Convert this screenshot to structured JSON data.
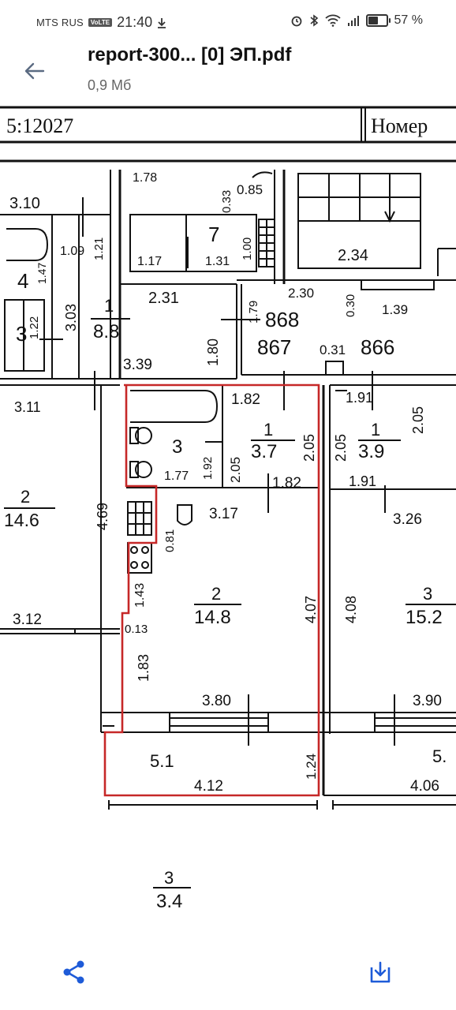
{
  "status_bar": {
    "carrier": "MTS RUS",
    "volte": "VoLTE",
    "time": "21:40",
    "battery": "57 %"
  },
  "header": {
    "title": "report-300... [0] ЭП.pdf",
    "file_size": "0,9 Мб"
  },
  "document": {
    "header_left": "5:12027",
    "header_right": "Номер",
    "rooms": [
      {
        "num": "1",
        "area": "8.8"
      },
      {
        "num": "1",
        "area": "3.7"
      },
      {
        "num": "1",
        "area": "3.9"
      },
      {
        "num": "2",
        "area": "14.8"
      },
      {
        "num": "2",
        "area": "14.6"
      },
      {
        "num": "3",
        "area": "15.2"
      },
      {
        "num": "3",
        "area": "3.4"
      },
      {
        "num": "5.1",
        "area": ""
      }
    ],
    "room3_label": "3",
    "room7_label": "7",
    "room4_label": "4",
    "unit_numbers": [
      "868",
      "867",
      "866"
    ],
    "dims": {
      "d310": "3.10",
      "d109": "1.09",
      "d121": "1.21",
      "d147": "1.47",
      "d122": "1.22",
      "d303": "3.03",
      "d231": "2.31",
      "d339": "3.39",
      "d180": "1.80",
      "d179": "1.79",
      "d230": "2.30",
      "d030": "0.30",
      "d139": "1.39",
      "d031": "0.31",
      "d117": "1.17",
      "d131": "1.31",
      "d100": "1.00",
      "d033": "0.33",
      "d085": "0.85",
      "d234": "2.34",
      "d311": "3.11",
      "d182a": "1.82",
      "d205a": "2.05",
      "d192": "1.92",
      "d177": "1.77",
      "d205b": "2.05",
      "d182b": "1.82",
      "d191a": "1.91",
      "d205c": "2.05",
      "d205d": "2.05",
      "d191b": "1.91",
      "d469": "4.69",
      "d317": "3.17",
      "d326": "3.26",
      "d081": "0.81",
      "d143": "1.43",
      "d013": "0.13",
      "d407": "4.07",
      "d408": "4.08",
      "d312": "3.12",
      "d183": "1.83",
      "d380": "3.80",
      "d390": "3.90",
      "d124": "1.24",
      "d412": "4.12",
      "d406": "4.06",
      "d5x": "5.",
      "d178": "1.78"
    }
  },
  "colors": {
    "highlight": "#c62828",
    "accent": "#1e5bd8",
    "plan_line": "#111111"
  },
  "icons": {
    "back": "arrow-left-icon",
    "share": "share-icon",
    "download": "download-icon"
  }
}
